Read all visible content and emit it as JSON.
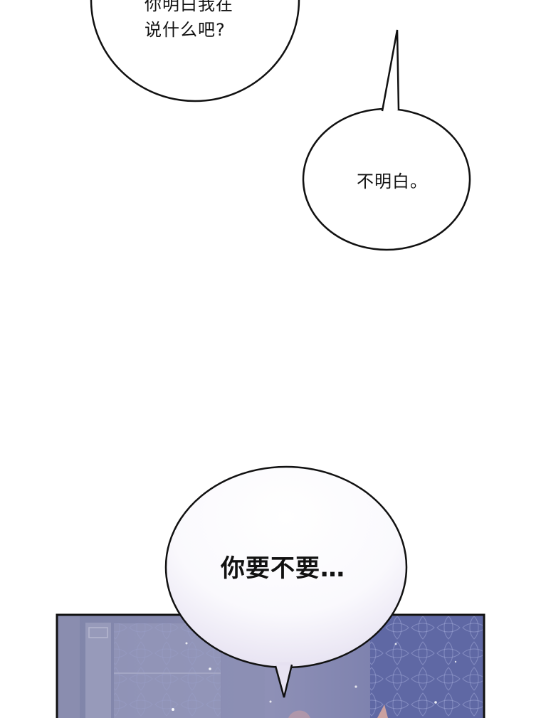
{
  "bubbles": [
    {
      "text": "你明白我在\n说什么吧?"
    },
    {
      "text": "不明白。"
    },
    {
      "text": "你要不要…"
    }
  ]
}
